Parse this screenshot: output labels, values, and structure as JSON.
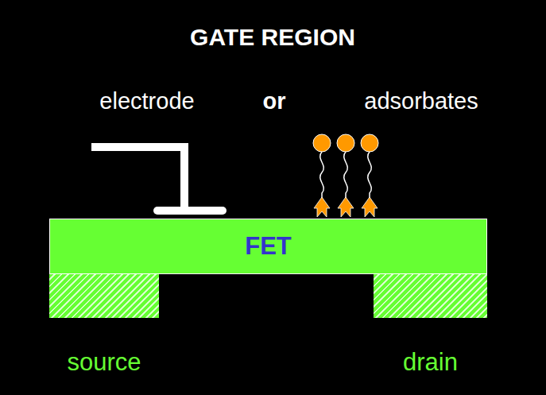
{
  "diagram": {
    "title": "GATE REGION",
    "nodes": [
      {
        "text": [
          "FET"
        ]
      },
      {
        "text": [
          "source"
        ]
      },
      {
        "text": [
          "drain"
        ]
      }
    ],
    "labels": [
      "electrode",
      "or",
      "adsorbates"
    ]
  }
}
